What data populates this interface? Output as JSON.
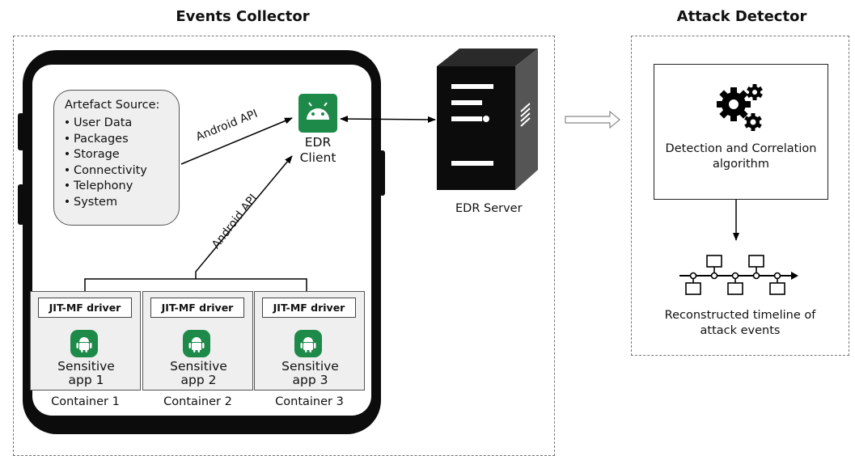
{
  "headings": {
    "events_collector": "Events Collector",
    "attack_detector": "Attack Detector"
  },
  "artefact_source": {
    "title": "Artefact Source:",
    "items": [
      "User Data",
      "Packages",
      "Storage",
      "Connectivity",
      "Telephony",
      "System"
    ]
  },
  "edr_client": {
    "line1": "EDR",
    "line2": "Client"
  },
  "edr_server": {
    "label": "EDR Server"
  },
  "arrows": {
    "api_top": "Android API",
    "api_left": "Android API"
  },
  "containers": [
    {
      "driver": "JIT-MF driver",
      "app_line1": "Sensitive",
      "app_line2": "app 1",
      "label": "Container 1"
    },
    {
      "driver": "JIT-MF driver",
      "app_line1": "Sensitive",
      "app_line2": "app 2",
      "label": "Container 2"
    },
    {
      "driver": "JIT-MF driver",
      "app_line1": "Sensitive",
      "app_line2": "app 3",
      "label": "Container 3"
    }
  ],
  "detector": {
    "algorithm_line1": "Detection and Correlation",
    "algorithm_line2": "algorithm",
    "timeline_line1": "Reconstructed timeline of",
    "timeline_line2": "attack events"
  },
  "colors": {
    "android_green": "#1e8a4a",
    "phone_body": "#0c0c0c",
    "panel_gray": "#efefef"
  },
  "icons": [
    "android-icon",
    "server-tower-icon",
    "gears-icon",
    "timeline-icon",
    "hollow-arrow-icon"
  ]
}
